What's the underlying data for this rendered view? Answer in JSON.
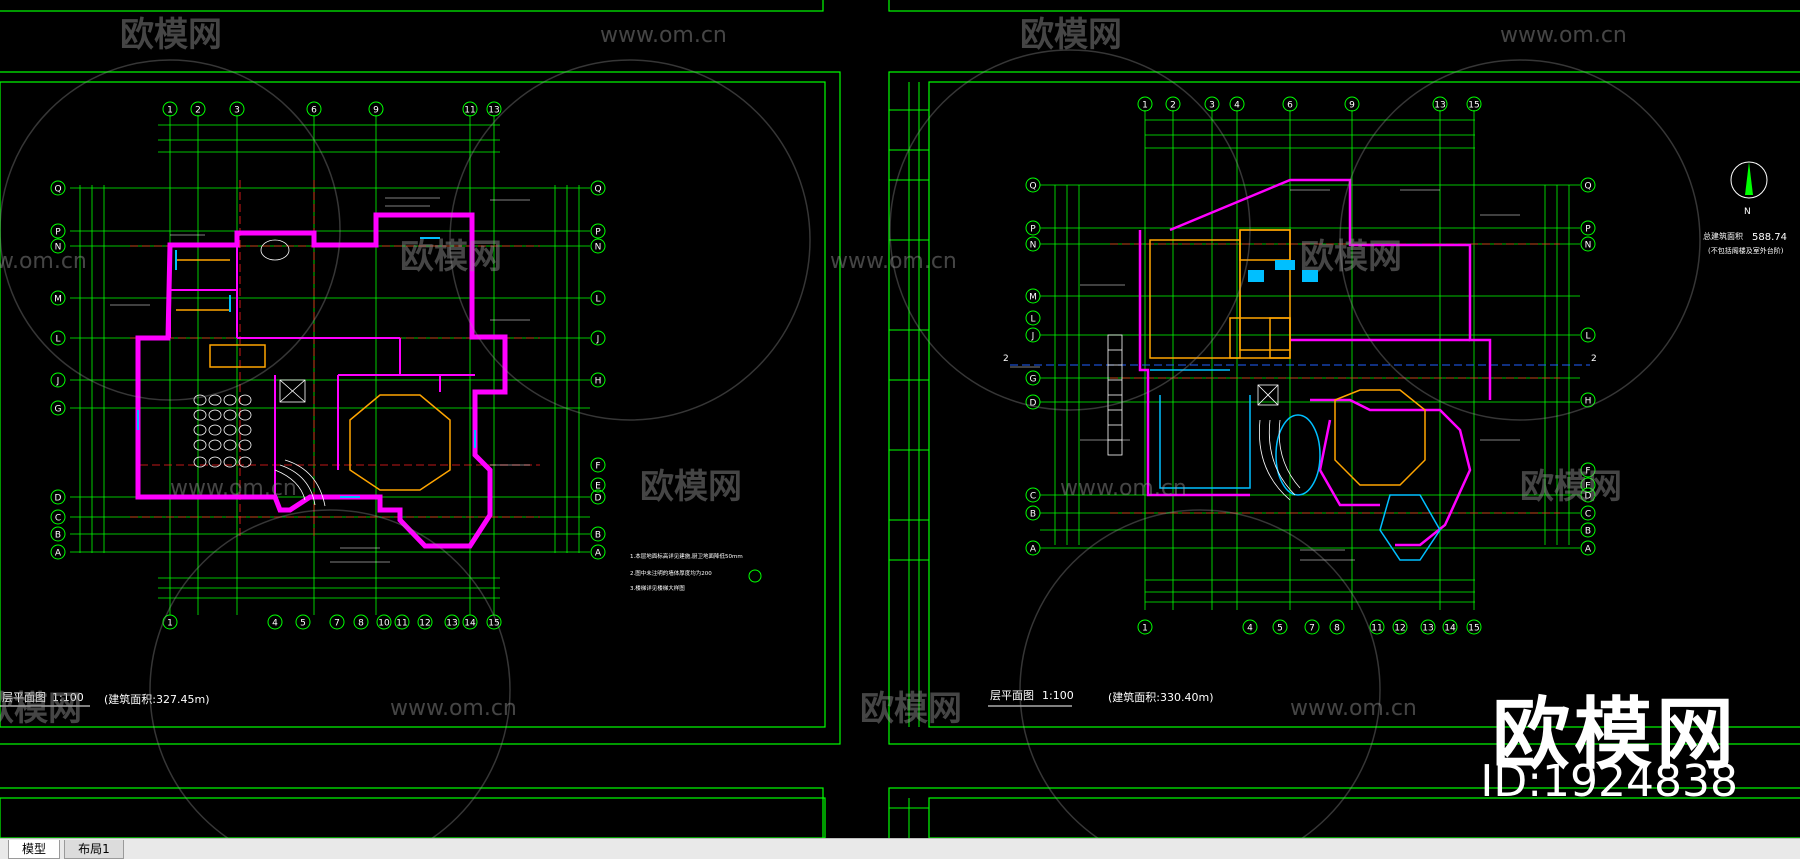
{
  "tabs": [
    {
      "label": "模型",
      "active": true
    },
    {
      "label": "布局1",
      "active": false
    }
  ],
  "watermark": {
    "brand": "欧模网",
    "site": "www.om.cn",
    "id": "ID:1924838"
  },
  "left_sheet": {
    "title": "层平面图",
    "scale": "1:100",
    "area": "(建筑面积:327.45m)",
    "notes": [
      "1.本层地面标高详见建施,厨卫地面降低50mm",
      "2.图中未注明的墙体厚度均为200",
      "3.楼梯详见楼梯大样图"
    ]
  },
  "right_sheet": {
    "title": "层平面图",
    "scale": "1:100",
    "area": "(建筑面积:330.40m)",
    "north_label": "N",
    "total_area_label": "总建筑面积",
    "total_area_value": "588.74",
    "total_area_note": "(不包括阁楼及室外台阶)",
    "section_mark": "2"
  },
  "colors": {
    "wall": "#ff00ff",
    "grid": "#00ff00",
    "axis": "#ff0000",
    "accent": "#00bfff",
    "text": "#ffffff",
    "frame": "#00ff00"
  },
  "left_axis_top": [
    "1",
    "2",
    "3",
    "6",
    "9",
    "11",
    "13"
  ],
  "left_axis_bottom": [
    "1",
    "4",
    "5",
    "7",
    "8",
    "10",
    "11",
    "12",
    "13",
    "14",
    "15"
  ],
  "left_axis_right": [
    "Q",
    "P",
    "N",
    "L",
    "J",
    "H",
    "F",
    "E",
    "D",
    "B",
    "A"
  ],
  "left_axis_left": [
    "Q",
    "P",
    "N",
    "M",
    "L",
    "J",
    "G",
    "D",
    "C",
    "B",
    "A"
  ],
  "right_axis_top": [
    "1",
    "2",
    "3",
    "4",
    "6",
    "9",
    "13",
    "15"
  ],
  "right_axis_bottom": [
    "1",
    "4",
    "5",
    "7",
    "8",
    "11",
    "12",
    "13",
    "14",
    "15"
  ],
  "right_axis_left": [
    "Q",
    "P",
    "N",
    "M",
    "L",
    "J",
    "G",
    "D",
    "C",
    "B",
    "A"
  ],
  "right_axis_right": [
    "Q",
    "P",
    "N",
    "L",
    "H",
    "F",
    "E",
    "D",
    "C",
    "B",
    "A"
  ]
}
